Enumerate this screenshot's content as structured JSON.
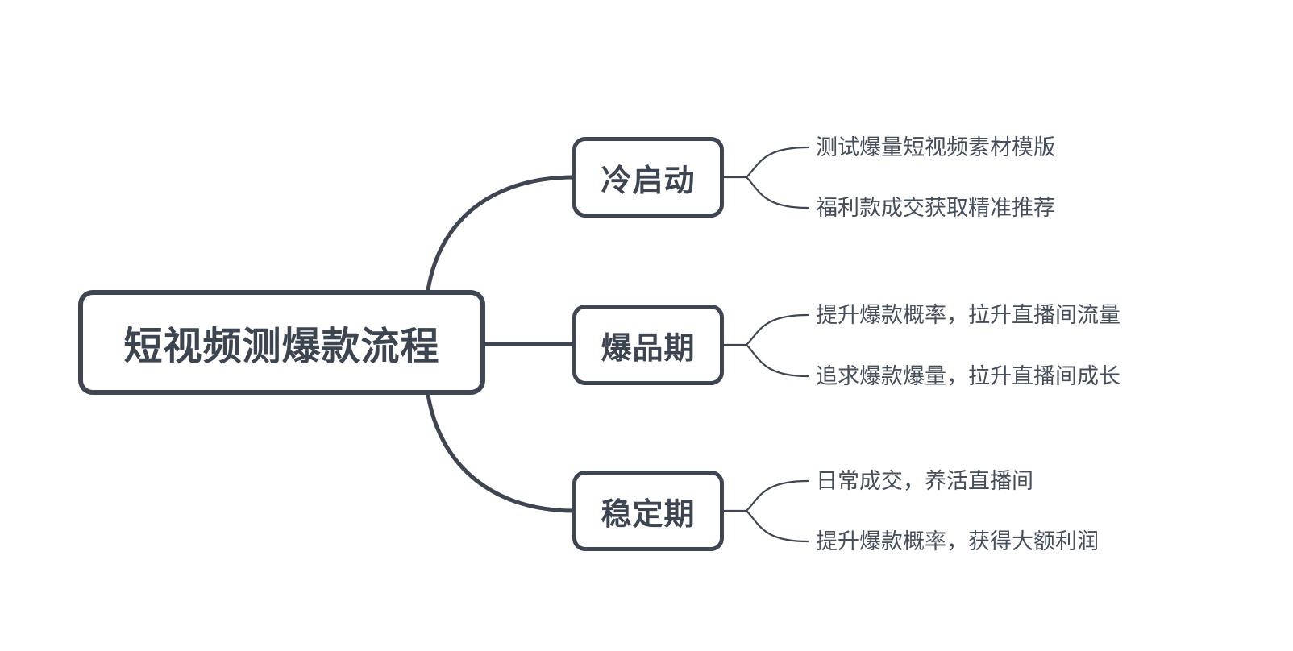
{
  "diagram": {
    "type": "mindmap",
    "root": {
      "label": "短视频测爆款流程"
    },
    "branches": [
      {
        "label": "冷启动",
        "leaves": [
          "测试爆量短视频素材模版",
          "福利款成交获取精准推荐"
        ]
      },
      {
        "label": "爆品期",
        "leaves": [
          "提升爆款概率，拉升直播间流量",
          "追求爆款爆量，拉升直播间成长"
        ]
      },
      {
        "label": "稳定期",
        "leaves": [
          "日常成交，养活直播间",
          "提升爆款概率，获得大额利润"
        ]
      }
    ],
    "colors": {
      "stroke": "#3f4651",
      "node_text": "#3d4550",
      "leaf_text": "#454e59",
      "background": "#ffffff"
    }
  }
}
